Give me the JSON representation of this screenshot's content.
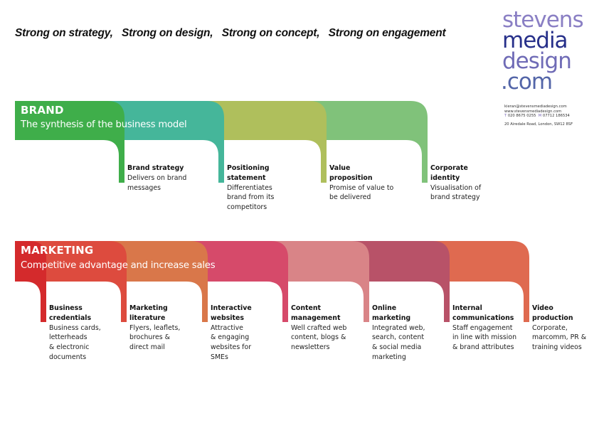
{
  "tagline": "Strong on strategy,   Strong on design,   Strong on concept,   Strong on engagement",
  "logo": {
    "line1": "stevens",
    "line2": "media",
    "line3": "design",
    "line4": ".com",
    "colors": {
      "line1": "#8a7fc4",
      "line2": "#27308a",
      "line3": "#6f6bb6",
      "line4": "#5365a8"
    }
  },
  "contact": {
    "email": "kieran@stevensmediadesign.com",
    "web": "www.stevensmediadesign.com",
    "tel_label": "T",
    "tel": "020 8675 0255",
    "mob_label": "M",
    "mob": "07712 186534",
    "address": "20 Airedale Road, London, SW12 8SF"
  },
  "brand": {
    "title": "BRAND",
    "subtitle": "The synthesis of the business model",
    "colors": [
      "#3fae4a",
      "#45b69a",
      "#afbf5c",
      "#80c27a"
    ],
    "items": [
      {
        "title_lines": [
          "Brand strategy"
        ],
        "desc_lines": [
          "Delivers on brand",
          "messages"
        ]
      },
      {
        "title_lines": [
          "Positioning",
          "statement"
        ],
        "desc_lines": [
          "Differentiates",
          "brand from its",
          "competitors"
        ]
      },
      {
        "title_lines": [
          "Value",
          "proposition"
        ],
        "desc_lines": [
          "Promise of value to",
          "be delivered"
        ]
      },
      {
        "title_lines": [
          "Corporate",
          "identity"
        ],
        "desc_lines": [
          "Visualisation of",
          "brand strategy"
        ]
      }
    ]
  },
  "marketing": {
    "title": "MARKETING",
    "subtitle": "Competitive advantage and increase sales",
    "colors": [
      "#d42a2c",
      "#dd4b3e",
      "#d9774a",
      "#d64a6a",
      "#d98487",
      "#b85268",
      "#df6a50"
    ],
    "items": [
      {
        "title_lines": [
          "Business",
          "credentials"
        ],
        "desc_lines": [
          "Business cards,",
          "letterheads",
          "& electronic",
          "documents"
        ]
      },
      {
        "title_lines": [
          "Marketing",
          "literature"
        ],
        "desc_lines": [
          "Flyers, leaflets,",
          "brochures &",
          "direct mail"
        ]
      },
      {
        "title_lines": [
          "Interactive",
          "websites"
        ],
        "desc_lines": [
          "Attractive",
          "& engaging",
          "websites for",
          "SMEs"
        ]
      },
      {
        "title_lines": [
          "Content",
          "management"
        ],
        "desc_lines": [
          "Well crafted web",
          "content, blogs &",
          "newsletters"
        ]
      },
      {
        "title_lines": [
          "Online",
          "marketing"
        ],
        "desc_lines": [
          "Integrated web,",
          "search, content",
          "& social media",
          "marketing"
        ]
      },
      {
        "title_lines": [
          "Internal",
          "communications"
        ],
        "desc_lines": [
          "Staff engagement",
          "in line with mission",
          "& brand attributes"
        ]
      },
      {
        "title_lines": [
          "Video",
          "production"
        ],
        "desc_lines": [
          "Corporate,",
          "marcomm, PR &",
          "training videos"
        ]
      }
    ]
  }
}
